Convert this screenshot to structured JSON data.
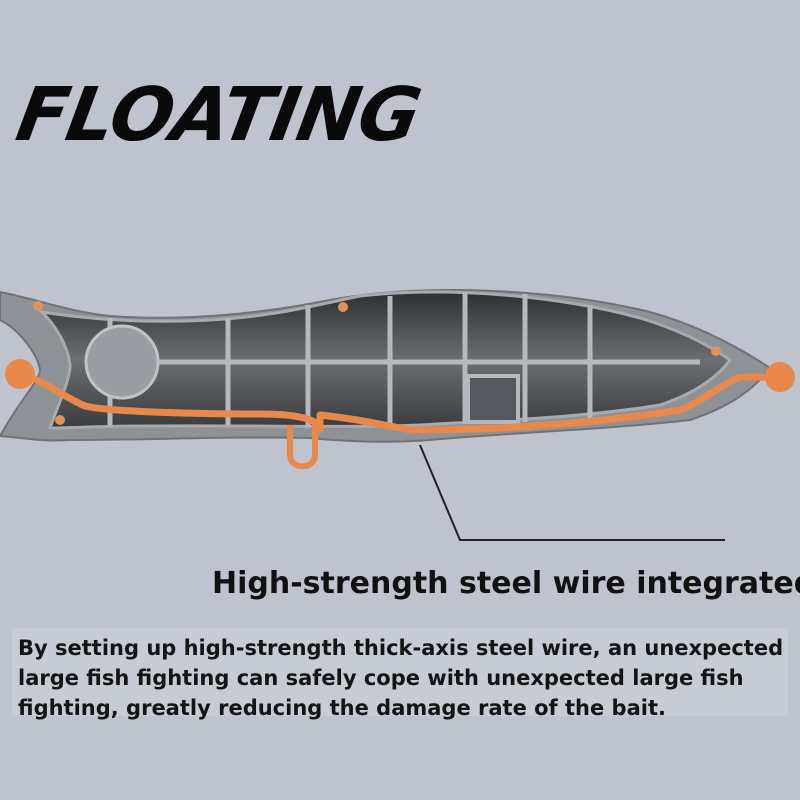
{
  "headline": "FLOATING",
  "feature": {
    "title": "High-strength steel wire integrated",
    "description": "By setting up high-strength thick-axis steel wire, an unexpected large fish fighting can safely cope with unexpected large fish fighting, greatly reducing the damage rate of the bait."
  },
  "colors": {
    "background": "#bfc3cd",
    "wire": "#e8884a",
    "shell": "#8f9296",
    "cavity": "#3d3f42"
  },
  "icons": [
    "lure-cross-section-diagram",
    "steel-wire",
    "eye-ring"
  ]
}
